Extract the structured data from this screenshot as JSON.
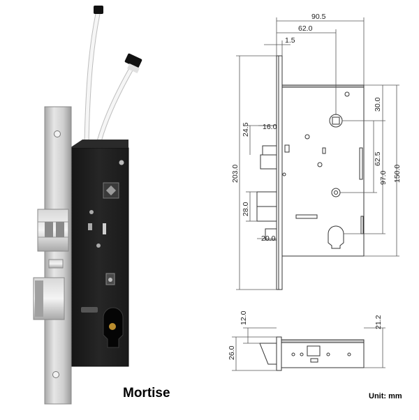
{
  "product_caption": "Mortise",
  "unit_note": "Unit: mm",
  "dimensions": {
    "overall_width": "90.5",
    "backset": "62.0",
    "faceplate_thickness": "1.5",
    "top_to_handle": "24.5",
    "deadbolt_offset": "16.0",
    "faceplate_height": "203.0",
    "latch_height": "28.0",
    "latch_throw": "20.0",
    "spindle_to_top": "30.0",
    "spindle_to_cylinder": "62.5",
    "handle_to_bottom_hole": "97.0",
    "case_height": "150.0",
    "side_top": "12.0",
    "side_thickness": "26.0",
    "side_right": "21.2"
  },
  "colors": {
    "lock_body": "#1e1e1e",
    "faceplate": "#c9c9c9",
    "wire": "#f4f4f4",
    "drawing_line": "#333333"
  }
}
